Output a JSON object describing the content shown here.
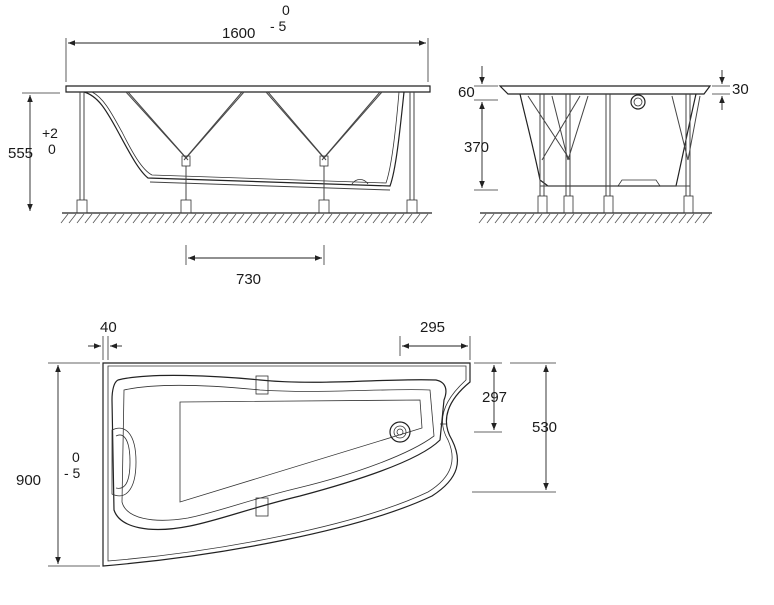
{
  "drawing": {
    "front_view": {
      "length": {
        "value": "1600",
        "tol_plus": "0",
        "tol_minus": "- 5"
      },
      "height": {
        "value": "555",
        "tol_plus": "+2",
        "tol_minus": "0"
      },
      "feet_spacing": "730"
    },
    "side_view": {
      "rim_top": "60",
      "leg_height": "370",
      "rim_thickness": "30"
    },
    "plan_view": {
      "left_offset": "40",
      "right_offset": "295",
      "width": {
        "value": "900",
        "tol_plus": "0",
        "tol_minus": "- 5"
      },
      "corner_height": "297",
      "side_height": "530"
    }
  }
}
